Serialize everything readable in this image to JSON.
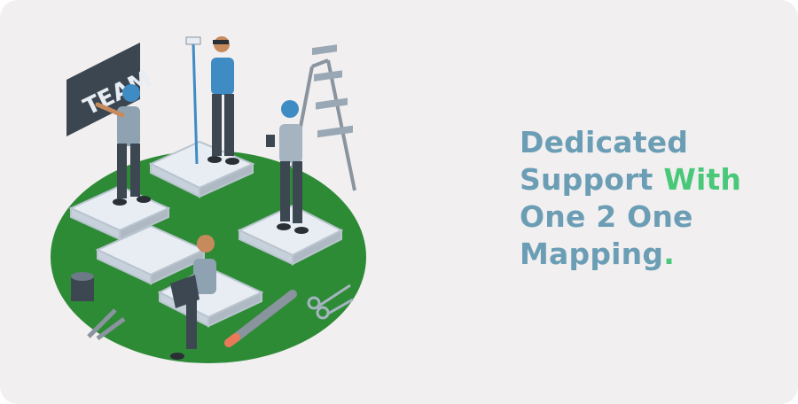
{
  "illustration": {
    "sign_text": "TEAM",
    "colors": {
      "background": "#f1eff0",
      "ground": "#2e8b35",
      "puzzle": "#e7edf3",
      "puzzle_edge": "#b9c4cf",
      "accent_blue": "#3f8cc4",
      "skin": "#c78a5c",
      "pants": "#3d4752"
    }
  },
  "headline": {
    "line1": {
      "part1": "Dedicated"
    },
    "line2": {
      "part1": "Support",
      "part2": "With"
    },
    "line3": {
      "part1": "One 2 One"
    },
    "line4": {
      "part1": "Mapping",
      "part2": "."
    },
    "colors": {
      "primary": "#6b9eb5",
      "accent": "#48c878"
    }
  }
}
